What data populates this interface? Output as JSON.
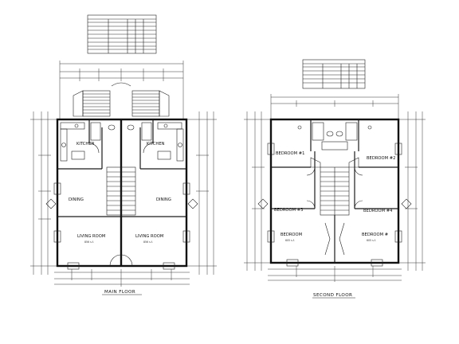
{
  "main_floor": {
    "title": "MAIN FLOOR",
    "rooms": {
      "kitchen_left": "KITCHEN",
      "kitchen_right": "KITCHEN",
      "dining_left": "DINING",
      "dining_right": "DINING",
      "living_left": "LIVING ROOM",
      "living_right": "LIVING ROOM",
      "living_left_sub": "856 s.f.",
      "living_right_sub": "856 s.f."
    }
  },
  "second_floor": {
    "title": "SECOND FLOOR",
    "rooms": {
      "bed1": "BEDROOM #1",
      "bed2": "BEDROOM #2",
      "bed3": "BEDROOM #3",
      "bed4": "BEDROOM #4",
      "bedroom_left": "BEDROOM",
      "bedroom_right": "BEDROOM #",
      "sub_left": "605 s.f.",
      "sub_right": "605 s.f."
    }
  }
}
